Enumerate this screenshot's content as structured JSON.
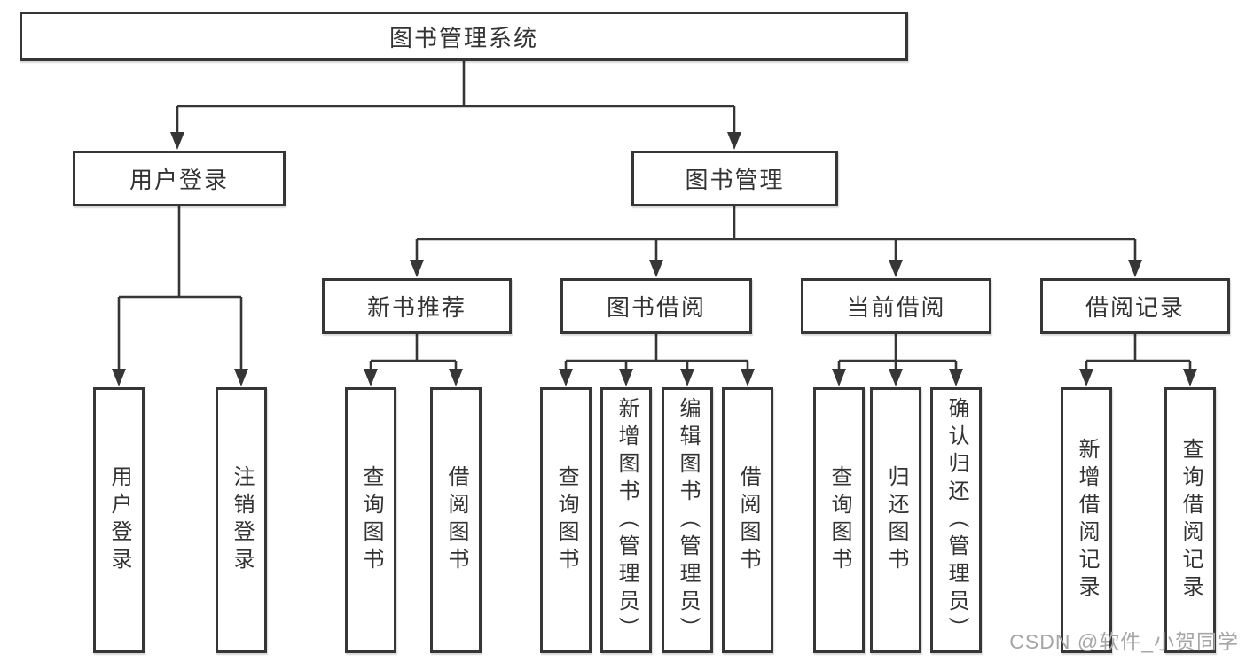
{
  "tree": {
    "root": {
      "label": "图书管理系统"
    },
    "level2": {
      "user_login": {
        "label": "用户登录"
      },
      "book_mgmt": {
        "label": "图书管理"
      }
    },
    "level3": {
      "new_books": {
        "label": "新书推荐"
      },
      "book_borrow": {
        "label": "图书借阅"
      },
      "current_borrow": {
        "label": "当前借阅"
      },
      "borrow_records": {
        "label": "借阅记录"
      }
    },
    "leaves": {
      "user_login": [
        "用户登录",
        "注销登录"
      ],
      "new_books": [
        "查询图书",
        "借阅图书"
      ],
      "book_borrow": [
        "查询图书",
        "新增图书（管理员）",
        "编辑图书（管理员）",
        "借阅图书"
      ],
      "current_borrow": [
        "查询图书",
        "归还图书",
        "确认归还（管理员）"
      ],
      "borrow_records": [
        "新增借阅记录",
        "查询借阅记录"
      ]
    }
  },
  "watermark": "CSDN @软件_小贺同学",
  "colors": {
    "line": "#363636",
    "text": "#333333",
    "background": "#ffffff",
    "watermark": "#a6a6a6"
  }
}
